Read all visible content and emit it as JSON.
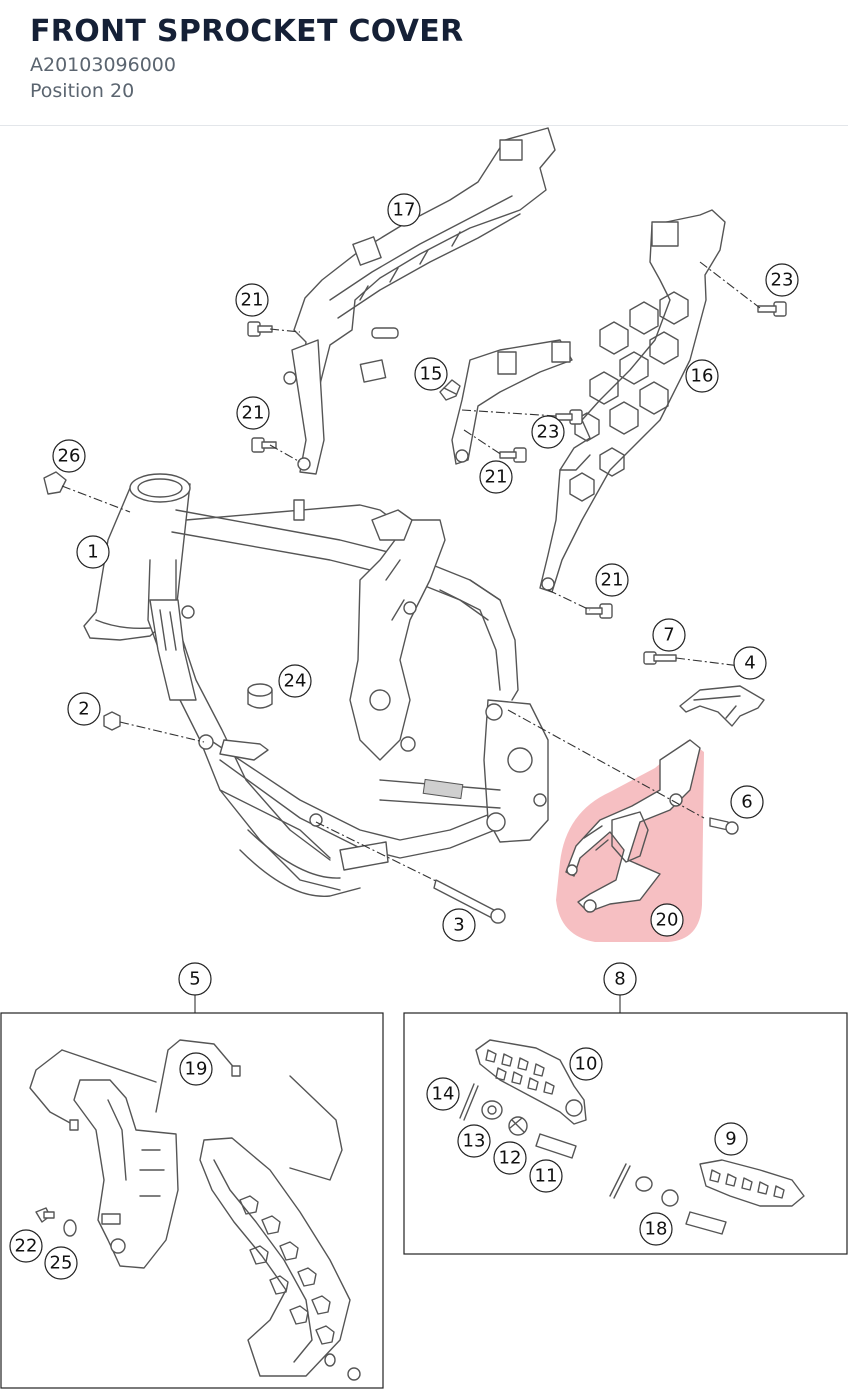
{
  "header": {
    "title": "FRONT SPROCKET COVER",
    "part_number": "A20103096000",
    "position": "Position 20"
  },
  "diagram": {
    "highlighted_callout": "20",
    "highlight_color": "#ef8a8f",
    "callouts": {
      "c1": "1",
      "c2": "2",
      "c3": "3",
      "c4": "4",
      "c5": "5",
      "c6": "6",
      "c7": "7",
      "c8": "8",
      "c9": "9",
      "c10": "10",
      "c11": "11",
      "c12": "12",
      "c13": "13",
      "c14": "14",
      "c15": "15",
      "c16": "16",
      "c17": "17",
      "c18": "18",
      "c19": "19",
      "c20": "20",
      "c21a": "21",
      "c21b": "21",
      "c21c": "21",
      "c21d": "21",
      "c22": "22",
      "c23a": "23",
      "c23b": "23",
      "c24": "24",
      "c25": "25",
      "c26": "26"
    }
  }
}
